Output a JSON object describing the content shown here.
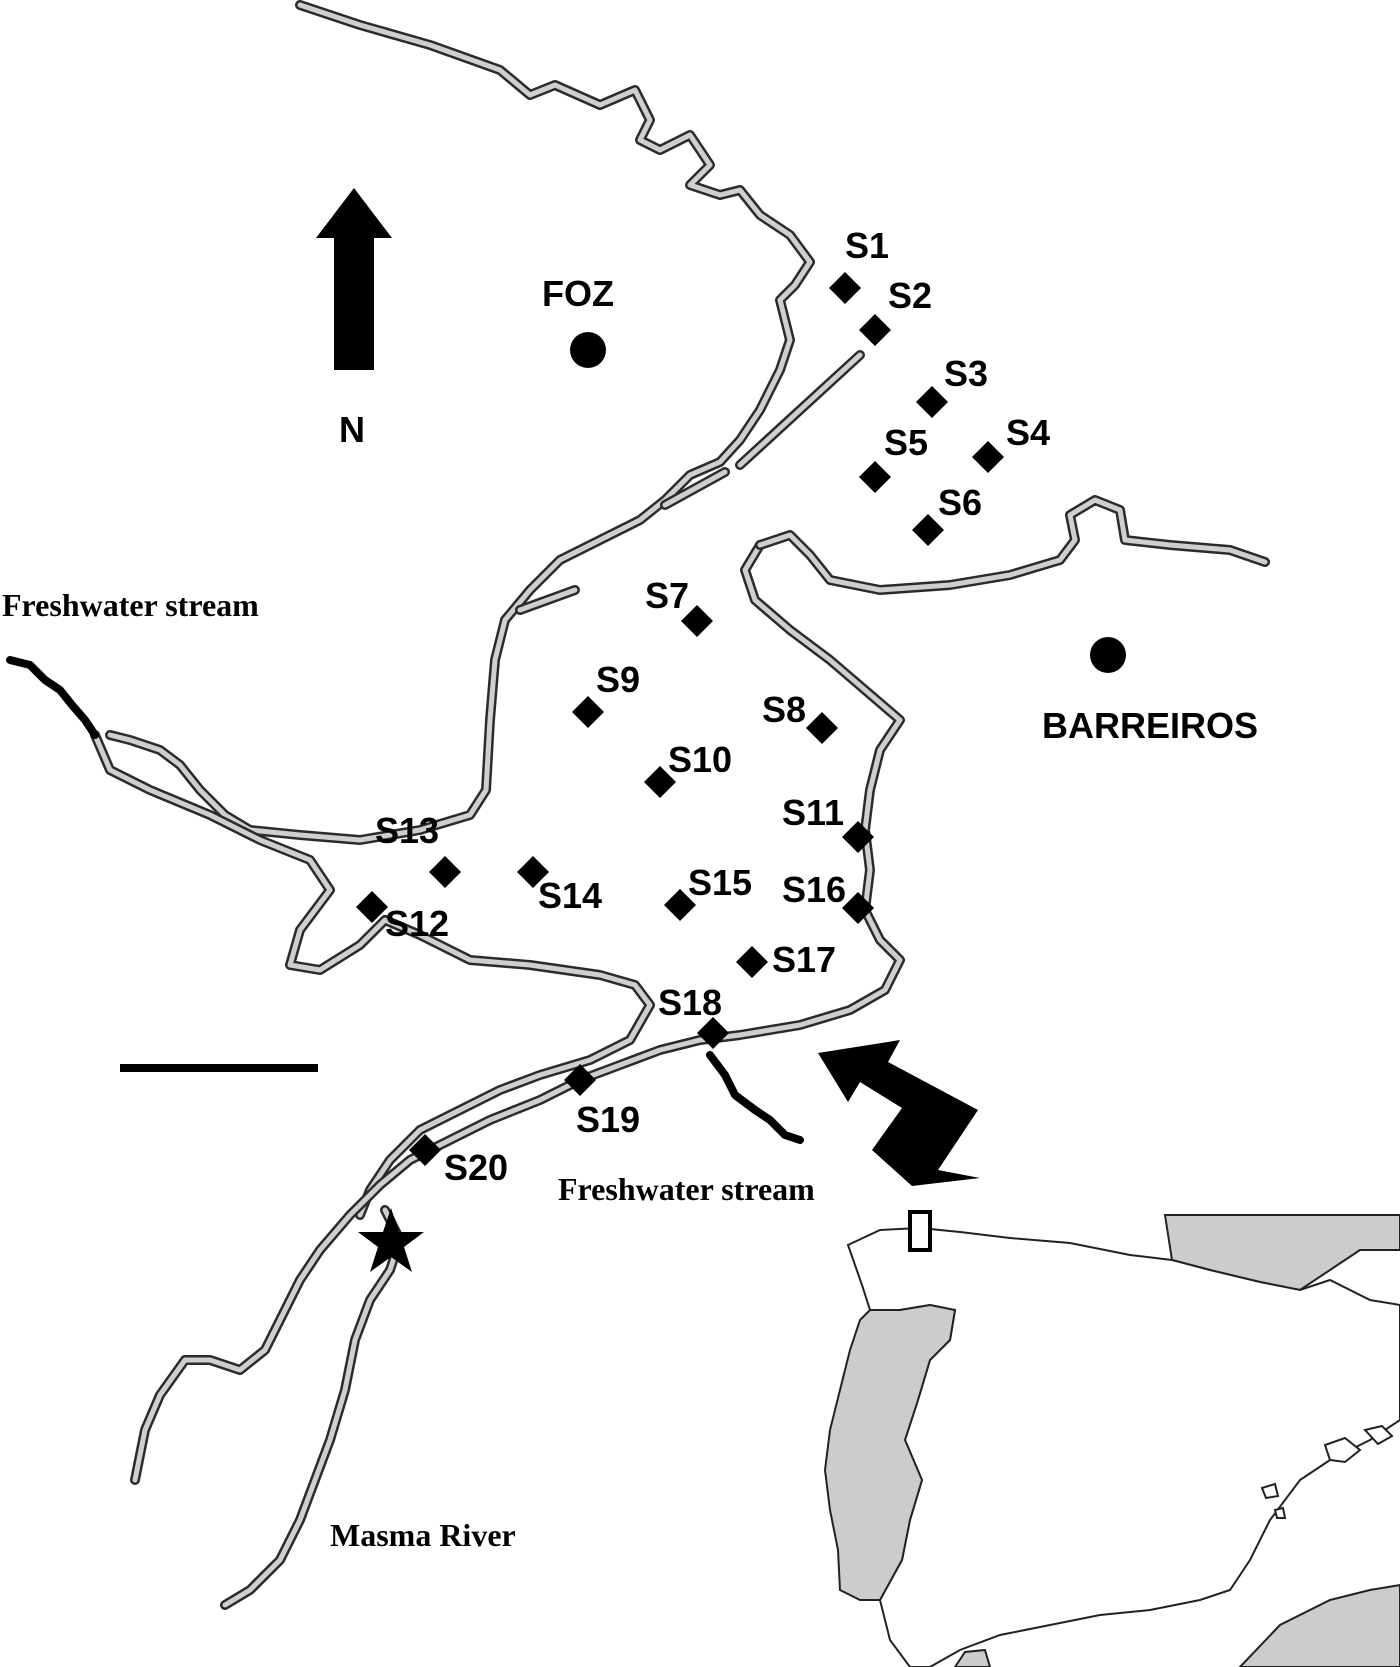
{
  "stations": [
    {
      "id": "S1",
      "label": "S1"
    },
    {
      "id": "S2",
      "label": "S2"
    },
    {
      "id": "S3",
      "label": "S3"
    },
    {
      "id": "S4",
      "label": "S4"
    },
    {
      "id": "S5",
      "label": "S5"
    },
    {
      "id": "S6",
      "label": "S6"
    },
    {
      "id": "S7",
      "label": "S7"
    },
    {
      "id": "S8",
      "label": "S8"
    },
    {
      "id": "S9",
      "label": "S9"
    },
    {
      "id": "S10",
      "label": "S10"
    },
    {
      "id": "S11",
      "label": "S11"
    },
    {
      "id": "S12",
      "label": "S12"
    },
    {
      "id": "S13",
      "label": "S13"
    },
    {
      "id": "S14",
      "label": "S14"
    },
    {
      "id": "S15",
      "label": "S15"
    },
    {
      "id": "S16",
      "label": "S16"
    },
    {
      "id": "S17",
      "label": "S17"
    },
    {
      "id": "S18",
      "label": "S18"
    },
    {
      "id": "S19",
      "label": "S19"
    },
    {
      "id": "S20",
      "label": "S20"
    }
  ],
  "towns": {
    "foz": "FOZ",
    "barreiros": "BARREIROS"
  },
  "north_label": "N",
  "features": {
    "freshwater_stream_west": "Freshwater stream",
    "freshwater_stream_south": "Freshwater stream",
    "masma_river": "Masma River"
  },
  "colors": {
    "coastline": "#2b2b2b",
    "coast_inner": "#cfcfcf",
    "marker": "#000000",
    "land_gray": "#cccccc"
  }
}
